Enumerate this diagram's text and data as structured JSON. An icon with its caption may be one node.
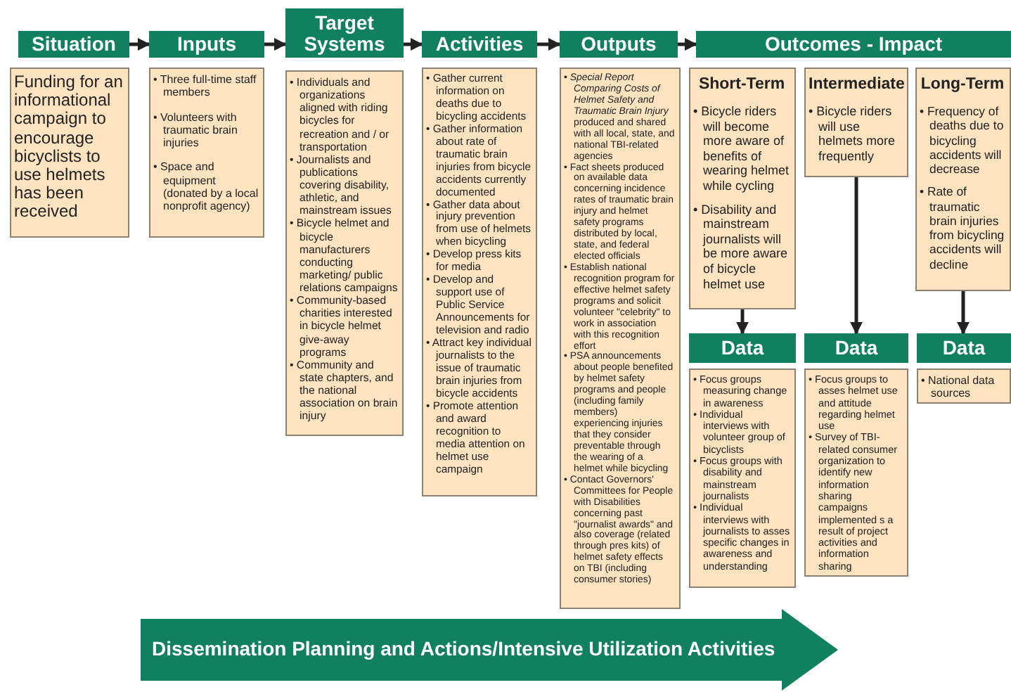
{
  "diagram": {
    "nodes": [
      {
        "text": [
          "Situation"
        ]
      },
      {
        "text": [
          "Inputs"
        ]
      },
      {
        "text": [
          "Target Systems"
        ]
      },
      {
        "text": [
          "Activities"
        ]
      },
      {
        "text": [
          "Outputs"
        ]
      },
      {
        "text": [
          "Outcomes - Impact"
        ]
      },
      {
        "text": [
          "Funding for an informational campaign to encourage bicyclists to use helmets has been received"
        ]
      },
      {
        "text": [
          "• Three full-time staff members",
          "• Volunteers with traumatic brain injuries",
          "• Space and equipment (donated by a local nonprofit agency)"
        ]
      },
      {
        "text": [
          "• Individuals and organizations aligned with riding bicycles for recreation and / or transportation",
          "• Journalists and publications covering disability, athletic, and mainstream issues",
          "• Bicycle helmet and bicycle manufacturers conducting marketing/ public relations campaigns",
          "• Community-based charities interested in bicycle helmet give-away programs",
          "• Community and state chapters, and the national association on brain injury"
        ]
      },
      {
        "text": [
          "• Gather current information on deaths due to bicycling accidents",
          "• Gather information about rate of traumatic brain injuries from bicycle accidents currently documented",
          "• Gather data about injury prevention from use of helmets when bicycling",
          "• Develop press kits for media",
          "• Develop and support use of Public Service Announcements for television and radio",
          "• Attract key individual journalists to the issue of traumatic brain injuries from bicycle accidents",
          "• Promote attention and award recognition to media attention on helmet use campaign"
        ]
      },
      {
        "text": [
          "• *Special Report Comparing Costs of Helmet Safety and Traumatic Brain Injury* produced and shared with all local, state, and national TBI-related agencies",
          "• Fact sheets produced on available data concerning incidence rates of traumatic brain injury and helmet safety programs distributed by local, state, and federal elected officials",
          "• Establish national recognition program for effective helmet safety programs and solicit volunteer \"celebrity\" to work in association with this recognition effort",
          "• PSA announcements about people benefited by helmet safety programs and people (including family members) experiencing injuries that they consider preventable through the wearing of a helmet while bicycling",
          "• Contact Governors' Committees for People with Disabilities concerning past \"journalist awards\" and also coverage (related through pres kits) of helmet safety effects on TBI (including consumer stories)"
        ]
      },
      {
        "text": [
          "Short-Term",
          "• Bicycle riders will become more aware of benefits of wearing helmet while cycling",
          "• Disability and mainstream journalists will be more aware of bicycle helmet use"
        ]
      },
      {
        "text": [
          "Intermediate",
          "• Bicycle riders will use helmets more frequently"
        ]
      },
      {
        "text": [
          "Long-Term",
          "• Frequency of deaths due to bicycling accidents will decrease",
          "• Rate of traumatic brain injuries from bicycling accidents will decline"
        ]
      },
      {
        "text": [
          "Data"
        ]
      },
      {
        "text": [
          "Data"
        ]
      },
      {
        "text": [
          "Data"
        ]
      },
      {
        "text": [
          "• Focus groups measuring change in awareness",
          "• Individual interviews with volunteer group of bicyclists",
          "• Focus groups with disability and mainstream journalists",
          "• Individual interviews with journalists to asses specific changes in awareness and understanding"
        ]
      },
      {
        "text": [
          "• Focus groups to asses helmet use and attitude regarding helmet use",
          "• Survey of TBI-related consumer organization to identify new information sharing campaigns implemented s a result of project activities and information sharing"
        ]
      },
      {
        "text": [
          "• National data sources"
        ]
      },
      {
        "text": [
          "Dissemination Planning and Actions/Intensive Utilization Activities"
        ]
      }
    ],
    "edges": [
      {
        "from": 0,
        "to": 1,
        "arrow": "to"
      },
      {
        "from": 1,
        "to": 2,
        "arrow": "to"
      },
      {
        "from": 2,
        "to": 3,
        "arrow": "to"
      },
      {
        "from": 3,
        "to": 4,
        "arrow": "to"
      },
      {
        "from": 4,
        "to": 5,
        "arrow": "to"
      },
      {
        "from": 11,
        "to": 14,
        "arrow": "to"
      },
      {
        "from": 12,
        "to": 15,
        "arrow": "to"
      },
      {
        "from": 13,
        "to": 16,
        "arrow": "to"
      }
    ]
  }
}
